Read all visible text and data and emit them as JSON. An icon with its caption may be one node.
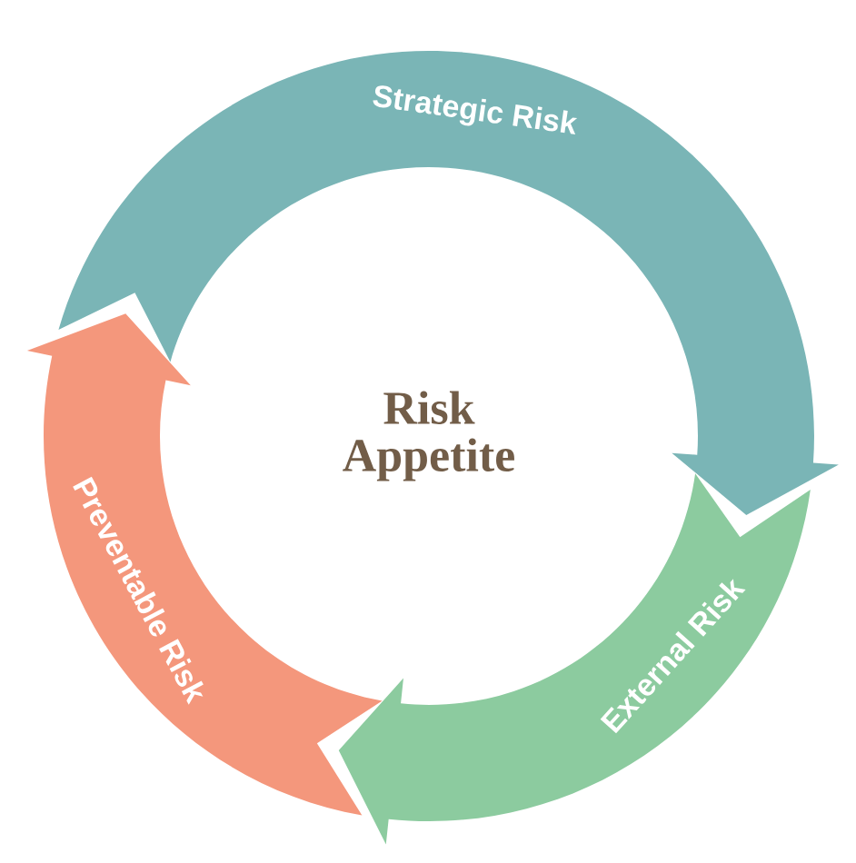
{
  "diagram": {
    "nodes": [
      {
        "text": [
          "Risk Appetite"
        ]
      },
      {
        "text": [
          "Strategic Risk"
        ]
      },
      {
        "text": [
          "External Risk"
        ]
      },
      {
        "text": [
          "Preventable Risk"
        ]
      }
    ]
  }
}
